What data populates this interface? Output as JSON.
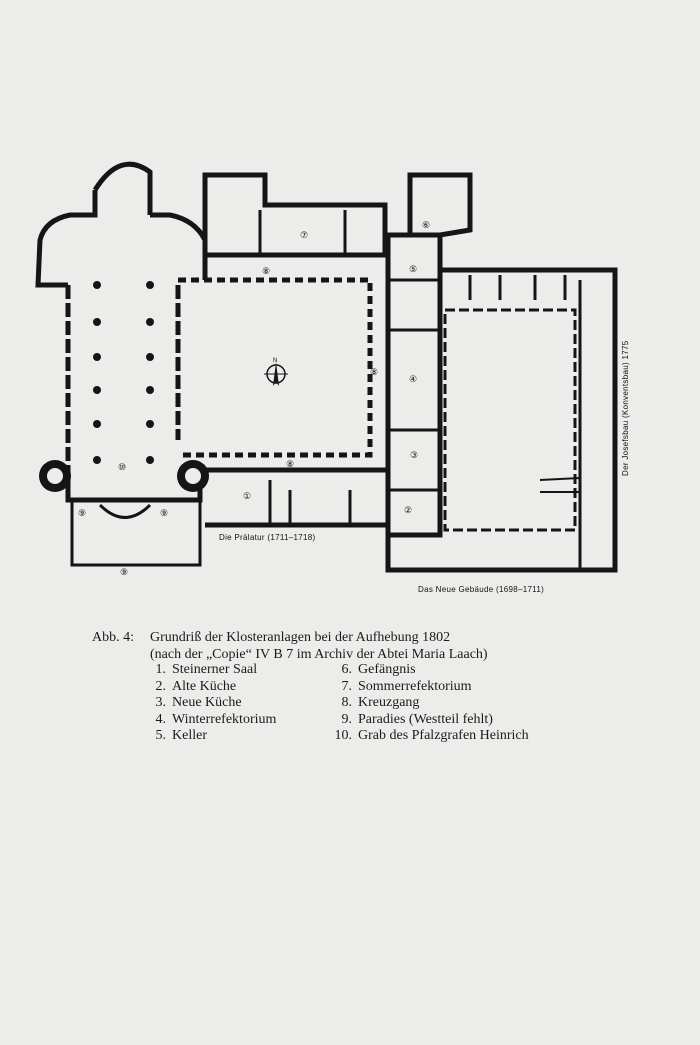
{
  "plan": {
    "label_praelatur": "Die Prälatur (1711–1718)",
    "label_neues_gebaeude": "Das Neue Gebäude (1698–1711)",
    "label_josefsbau": "Der Josefsbau (Konventsbau) 1775",
    "north": "N",
    "room_numbers": [
      "①",
      "②",
      "③",
      "④",
      "⑤",
      "⑥",
      "⑦",
      "⑧",
      "⑧",
      "⑧",
      "⑨",
      "⑨",
      "⑨",
      "⑩"
    ]
  },
  "caption": {
    "abb": "Abb. 4:",
    "line1": "Grundriß der Klosteranlagen bei der Aufhebung 1802",
    "line2": "(nach der „Copie“ IV B 7 im Archiv der Abtei Maria Laach)"
  },
  "legend": [
    {
      "n": "1.",
      "label": "Steinerner Saal"
    },
    {
      "n": "2.",
      "label": "Alte Küche"
    },
    {
      "n": "3.",
      "label": "Neue Küche"
    },
    {
      "n": "4.",
      "label": "Winterrefektorium"
    },
    {
      "n": "5.",
      "label": "Keller"
    },
    {
      "n": "6.",
      "label": "Gefängnis"
    },
    {
      "n": "7.",
      "label": "Sommerrefektorium"
    },
    {
      "n": "8.",
      "label": "Kreuzgang"
    },
    {
      "n": "9.",
      "label": "Paradies (Westteil fehlt)"
    },
    {
      "n": "10.",
      "label": "Grab des Pfalzgrafen Heinrich"
    }
  ]
}
